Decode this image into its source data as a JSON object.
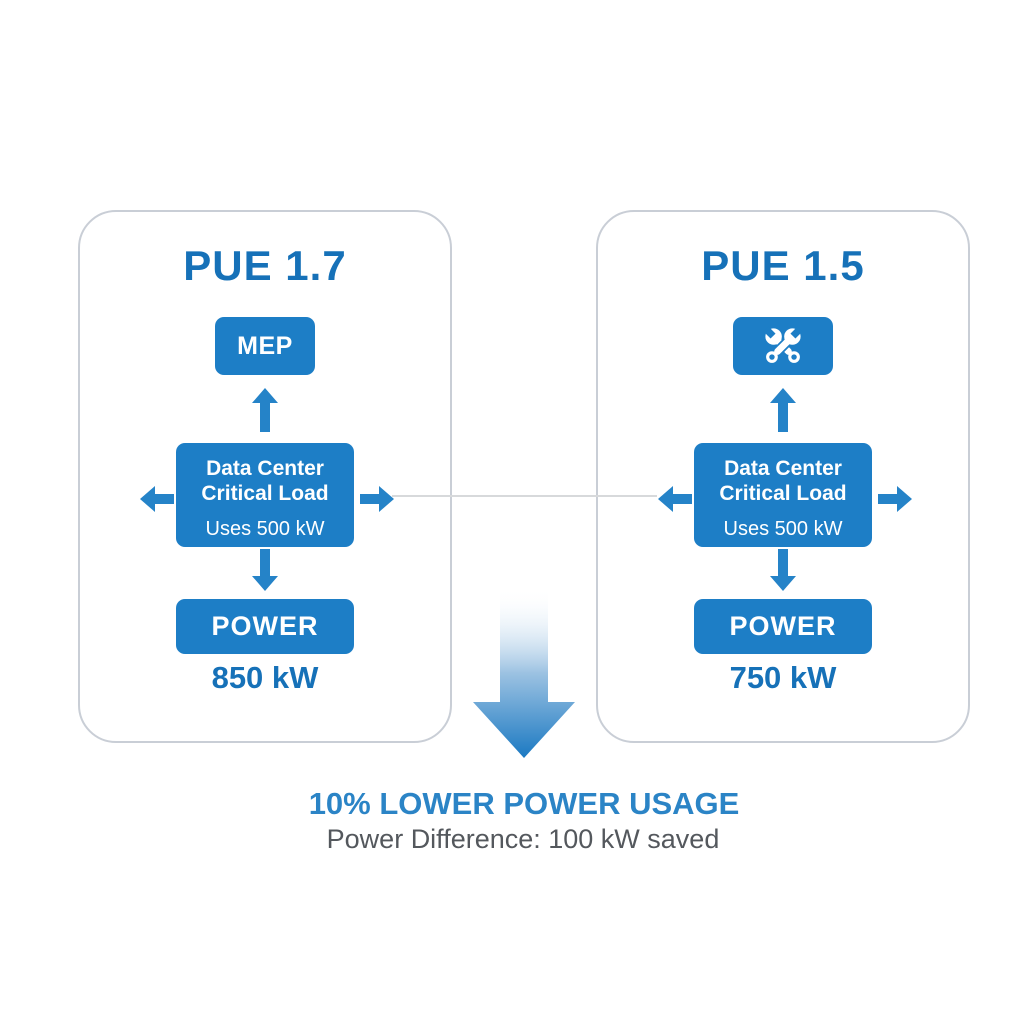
{
  "colors": {
    "box-blue": "#1d7ec6",
    "arrow-blue": "#2583c8",
    "title-blue": "#1671b8",
    "headline-blue": "#2b84c6",
    "value-blue": "#1671b8",
    "text-gray": "#54585d",
    "panel-border": "#c9ced6",
    "connector-gray": "#d7d9db"
  },
  "icons": {
    "right_panel_top_box": "crossed-wrenches-icon",
    "center": "big-gradient-down-arrow-icon",
    "flow": [
      "up-arrow-icon",
      "down-arrow-icon",
      "left-arrow-icon",
      "right-arrow-icon"
    ]
  },
  "panels": [
    {
      "title": "PUE 1.7",
      "top_box_label": "MEP",
      "load_box": {
        "line1": "Data Center",
        "line2": "Critical Load",
        "usage": "Uses 500 kW"
      },
      "power_label": "POWER",
      "power_value": "850 kW"
    },
    {
      "title": "PUE 1.5",
      "load_box": {
        "line1": "Data Center",
        "line2": "Critical Load",
        "usage": "Uses 500 kW"
      },
      "power_label": "POWER",
      "power_value": "750 kW"
    }
  ],
  "summary": {
    "headline": "10% LOWER POWER USAGE",
    "subline": "Power Difference: 100 kW saved"
  }
}
